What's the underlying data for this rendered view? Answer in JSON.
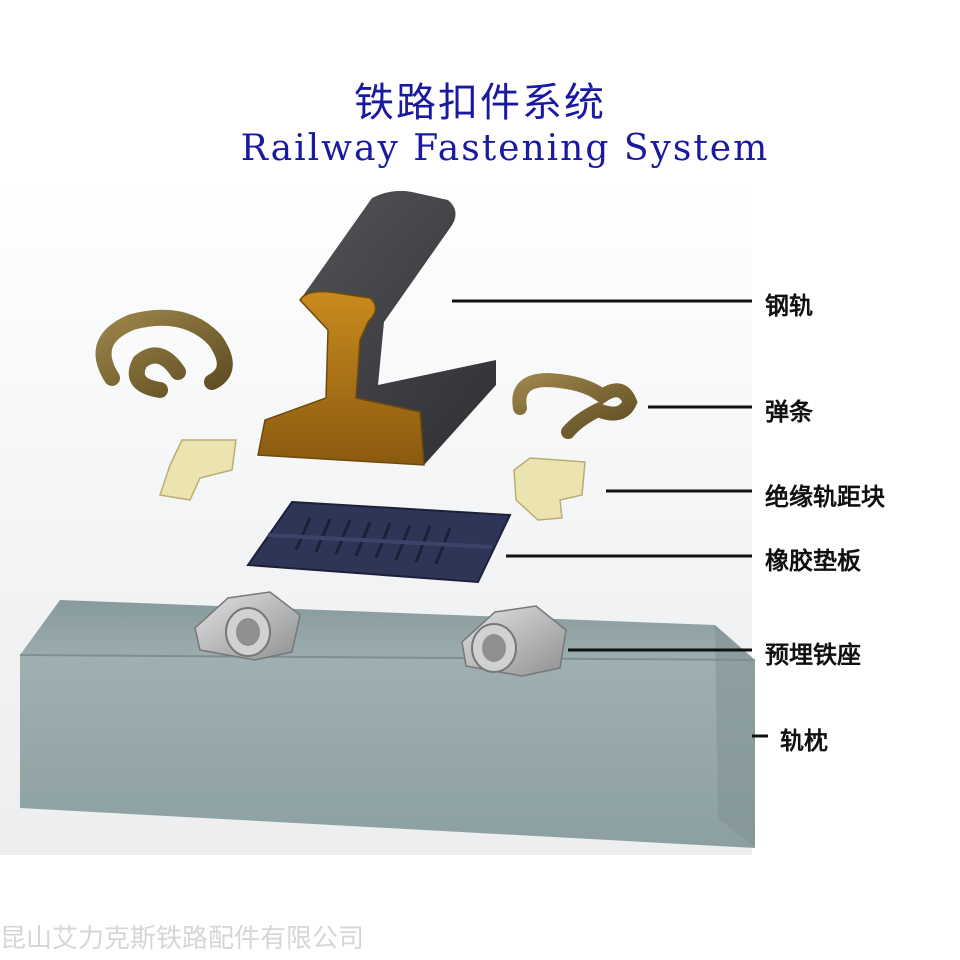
{
  "title": {
    "chinese": "铁路扣件系统",
    "english": "Railway Fastening System"
  },
  "components": [
    {
      "key": "rail",
      "label": "钢轨"
    },
    {
      "key": "elastic_clip",
      "label": "弹条"
    },
    {
      "key": "insulator",
      "label": "绝缘轨距块"
    },
    {
      "key": "rubber_pad",
      "label": "橡胶垫板"
    },
    {
      "key": "shoulder",
      "label": "预埋铁座"
    },
    {
      "key": "sleeper",
      "label": "轨枕"
    }
  ],
  "watermark": "昆山艾力克斯铁路配件有限公司",
  "colors": {
    "title": "#1a1aa0",
    "rail": "#3c3d40",
    "rail_section": "#b57a17",
    "clip": "#7a6530",
    "insulator": "#ece4b0",
    "pad": "#2f3556",
    "shoulder": "#b4b6b8",
    "sleeper": "#8fa3a5"
  }
}
